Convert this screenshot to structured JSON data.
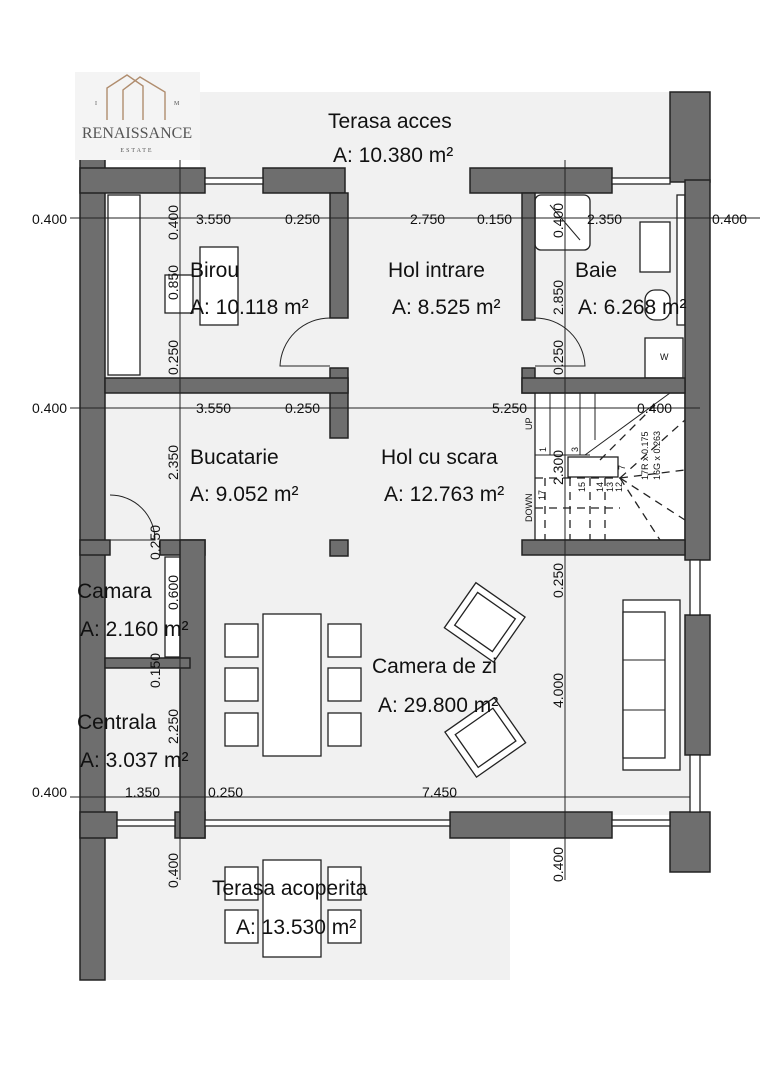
{
  "logo": {
    "brand": "RENAISSANCE",
    "sub": "ESTATE",
    "left_mark": "I",
    "right_mark": "M",
    "color": "#b08d6e"
  },
  "rooms": [
    {
      "name": "Terasa acces",
      "area": "A: 10.380 m²"
    },
    {
      "name": "Birou",
      "area": "A: 10.118 m²"
    },
    {
      "name": "Hol intrare",
      "area": "A: 8.525 m²"
    },
    {
      "name": "Baie",
      "area": "A: 6.268 m²"
    },
    {
      "name": "Bucatarie",
      "area": "A: 9.052 m²"
    },
    {
      "name": "Hol cu scara",
      "area": "A: 12.763 m²"
    },
    {
      "name": "Camara",
      "area": "A: 2.160 m²"
    },
    {
      "name": "Camera de zi",
      "area": "A: 29.800 m²"
    },
    {
      "name": "Centrala",
      "area": "A: 3.037 m²"
    },
    {
      "name": "Terasa acoperita",
      "area": "A: 13.530 m²"
    }
  ],
  "dims_row1": [
    "0.400",
    "3.550",
    "0.250",
    "2.750",
    "0.150",
    "2.350",
    "0.400"
  ],
  "dims_row2": [
    "0.400",
    "3.550",
    "0.250",
    "5.250",
    "0.400"
  ],
  "dims_row3": [
    "0.400",
    "1.350",
    "0.250",
    "7.450"
  ],
  "dims_col1": [
    "0.400",
    "0.850",
    "0.250",
    "2.350",
    "0.250",
    "0.600",
    "0.150",
    "2.250",
    "0.400"
  ],
  "dims_col2": [
    "0.400",
    "2.850",
    "0.250",
    "2.300",
    "0.250",
    "4.000",
    "0.400"
  ],
  "stair": {
    "up": "UP",
    "down": "DOWN",
    "spec1": "17R x 0.175",
    "spec2": "16G x 0.263",
    "steps": [
      "1",
      "3",
      "7",
      "15",
      "14",
      "13",
      "12",
      "17"
    ]
  },
  "wm_label": "W",
  "colors": {
    "wall": "#6e6e6e",
    "floor": "#f1f1f1"
  }
}
